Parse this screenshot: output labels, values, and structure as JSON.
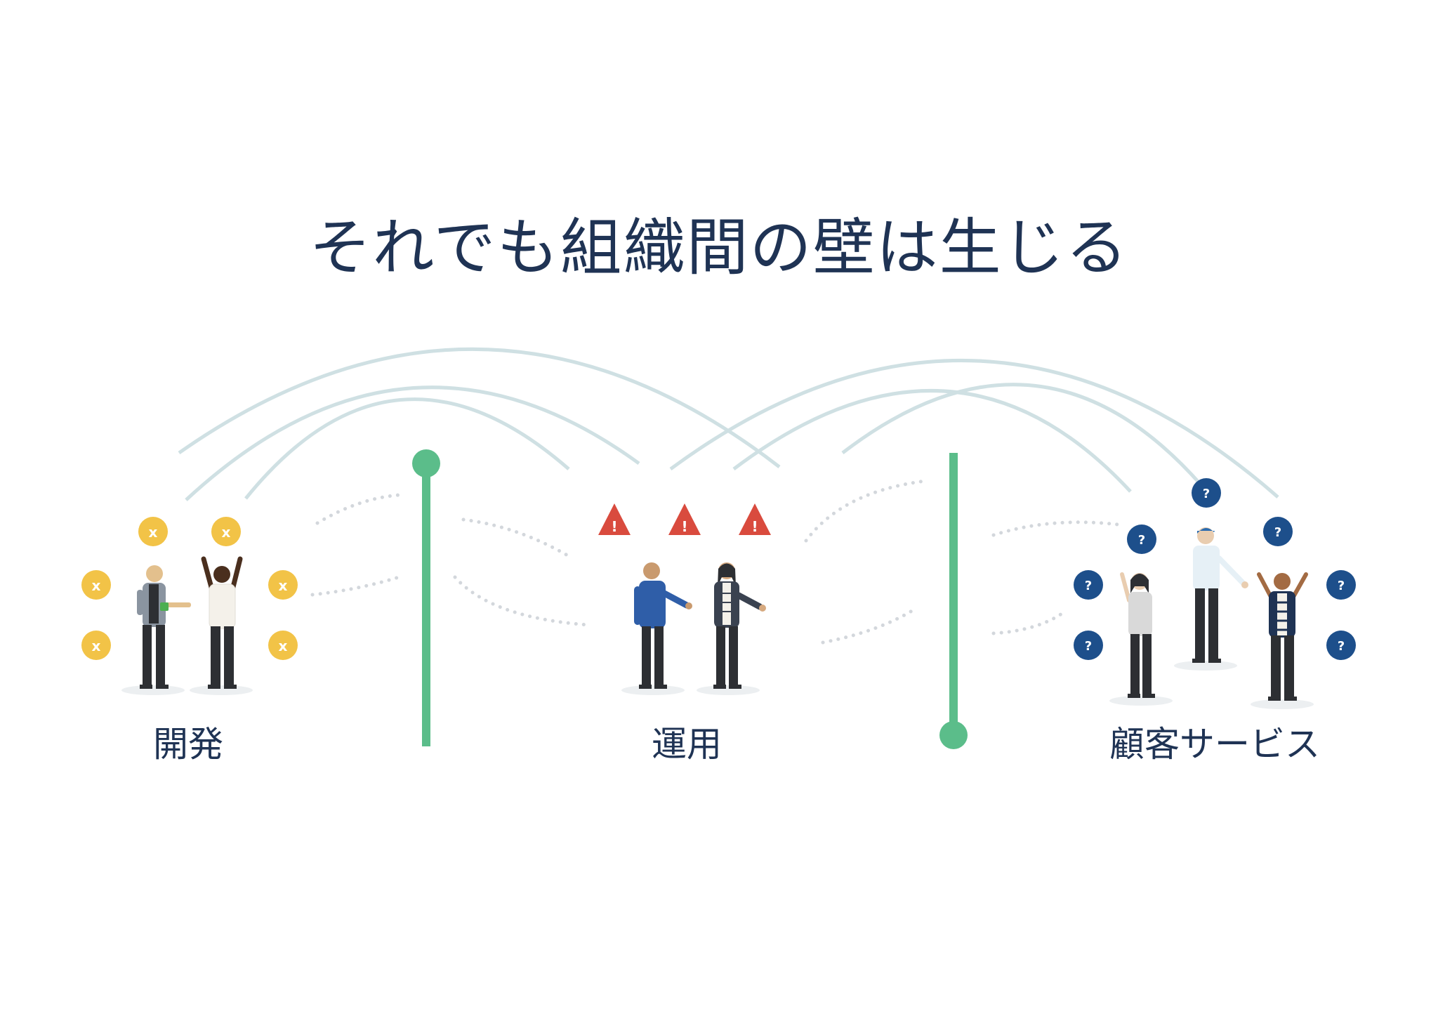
{
  "title": "それでも組織間の壁は生じる",
  "teams": {
    "dev": {
      "label": "開発",
      "icon": "x-mark-badge-icon"
    },
    "ops": {
      "label": "運用",
      "icon": "warning-triangle-icon",
      "icon_text": "!"
    },
    "cs": {
      "label": "顧客サービス",
      "icon": "question-badge-icon",
      "icon_text": "?"
    }
  },
  "colors": {
    "title": "#1f3354",
    "arc": "#cfe0e3",
    "dots": "#d3d7dc",
    "wall": "#5bbd8a",
    "dev_badge": "#f2c347",
    "ops_warning": "#d94b3e",
    "cs_badge": "#1d4f8b"
  }
}
